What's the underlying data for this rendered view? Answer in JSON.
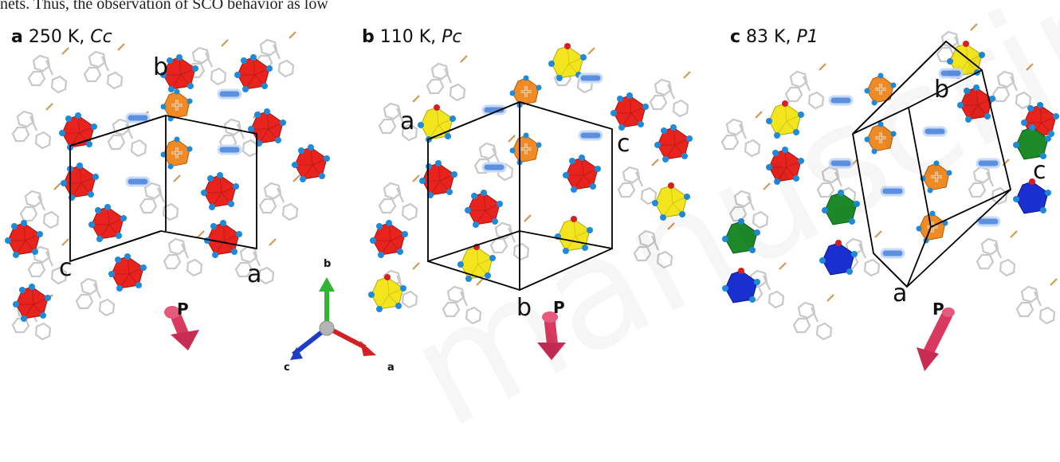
{
  "caption_fragment": "nets. Thus, the observation of SCO behavior as low",
  "panels": [
    {
      "letter": "a",
      "temperature": "250 K,",
      "space_group": "Cc",
      "axes": {
        "b": "b",
        "c": "c",
        "a": "a"
      },
      "p_label": "P"
    },
    {
      "letter": "b",
      "temperature": "110 K,",
      "space_group": "Pc",
      "axes": {
        "a": "a",
        "c": "c",
        "b": "b"
      },
      "p_label": "P"
    },
    {
      "letter": "c",
      "temperature": "83 K,",
      "space_group": "P1",
      "axes": {
        "b": "b",
        "c": "c",
        "a": "a"
      },
      "p_label": "P"
    }
  ],
  "triad": {
    "b": "b",
    "c": "c",
    "a": "a"
  },
  "watermark": "manuscript",
  "colors": {
    "red_octahedron": "#e8231e",
    "yellow_octahedron": "#f2e51d",
    "green_octahedron": "#1d8a2a",
    "blue_octahedron": "#1a2fd0",
    "orange_center": "#f08a24",
    "nitrogen_blue": "#1f8ad8",
    "arrow_pink": "#d9385f",
    "axis_green": "#2fb52f",
    "axis_blue": "#1d3cc8",
    "axis_red": "#d42020"
  }
}
